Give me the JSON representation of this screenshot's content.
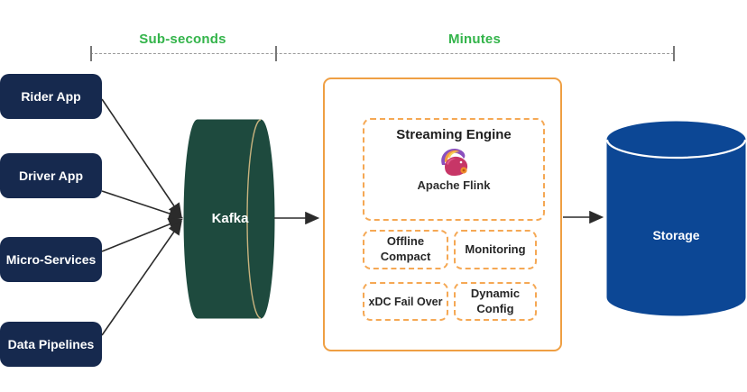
{
  "diagram": {
    "timeline": {
      "spans": [
        {
          "label": "Sub-seconds"
        },
        {
          "label": "Minutes"
        }
      ]
    },
    "sources": [
      {
        "label": "Rider App"
      },
      {
        "label": "Driver App"
      },
      {
        "label": "Micro-Services"
      },
      {
        "label": "Data Pipelines"
      }
    ],
    "broker": {
      "label": "Kafka"
    },
    "processing": {
      "streaming_engine": {
        "title": "Streaming Engine",
        "logo_icon": "apache-flink-squirrel",
        "caption": "Apache Flink"
      },
      "features": [
        {
          "label": "Offline Compact"
        },
        {
          "label": "Monitoring"
        },
        {
          "label": "xDC Fail Over"
        },
        {
          "label": "Dynamic Config"
        }
      ]
    },
    "storage": {
      "label": "Storage"
    },
    "colors": {
      "source_box": "#16294E",
      "kafka_cylinder": "#1E4A3E",
      "kafka_rim": "#C7B27E",
      "storage_cylinder": "#0C4795",
      "orange_border": "#EF9F43",
      "orange_dashed": "#F5A854",
      "timeline_label_green": "#33B44A",
      "timeline_line_gray": "#9A9A9A",
      "arrow": "#2B2B2B"
    }
  }
}
